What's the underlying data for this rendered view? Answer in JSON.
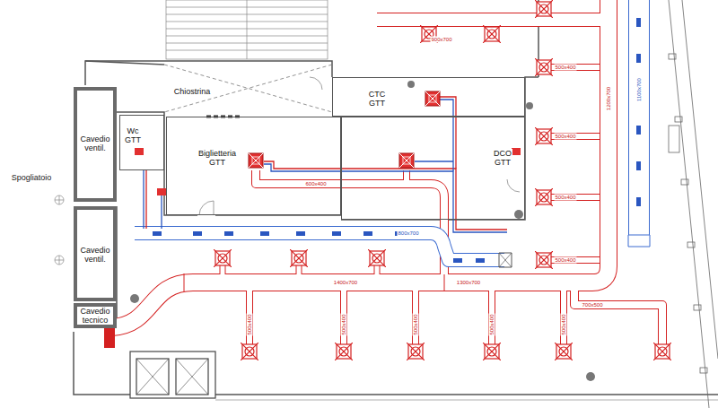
{
  "diagram": {
    "nodes": [
      {
        "text": [
          "Chiostrina"
        ]
      },
      {
        "text": [
          "CTC GTT"
        ]
      },
      {
        "text": [
          "Biglietteria GTT"
        ]
      },
      {
        "text": [
          "DCO GTT"
        ]
      },
      {
        "text": [
          "Wc GTT"
        ]
      },
      {
        "text": [
          "Cavedio ventil."
        ]
      },
      {
        "text": [
          "Cavedio ventil."
        ]
      },
      {
        "text": [
          "Cavedio tecnico"
        ]
      }
    ],
    "labels": [
      "Spogliatoio",
      "900x700",
      "1200x700",
      "1100x700",
      "500x400",
      "500x400",
      "500x400",
      "500x400",
      "600x400",
      "800x700",
      "1400x700",
      "1300x700",
      "700x500",
      "500x400",
      "500x400",
      "500x400",
      "500x400",
      "500x400"
    ]
  }
}
